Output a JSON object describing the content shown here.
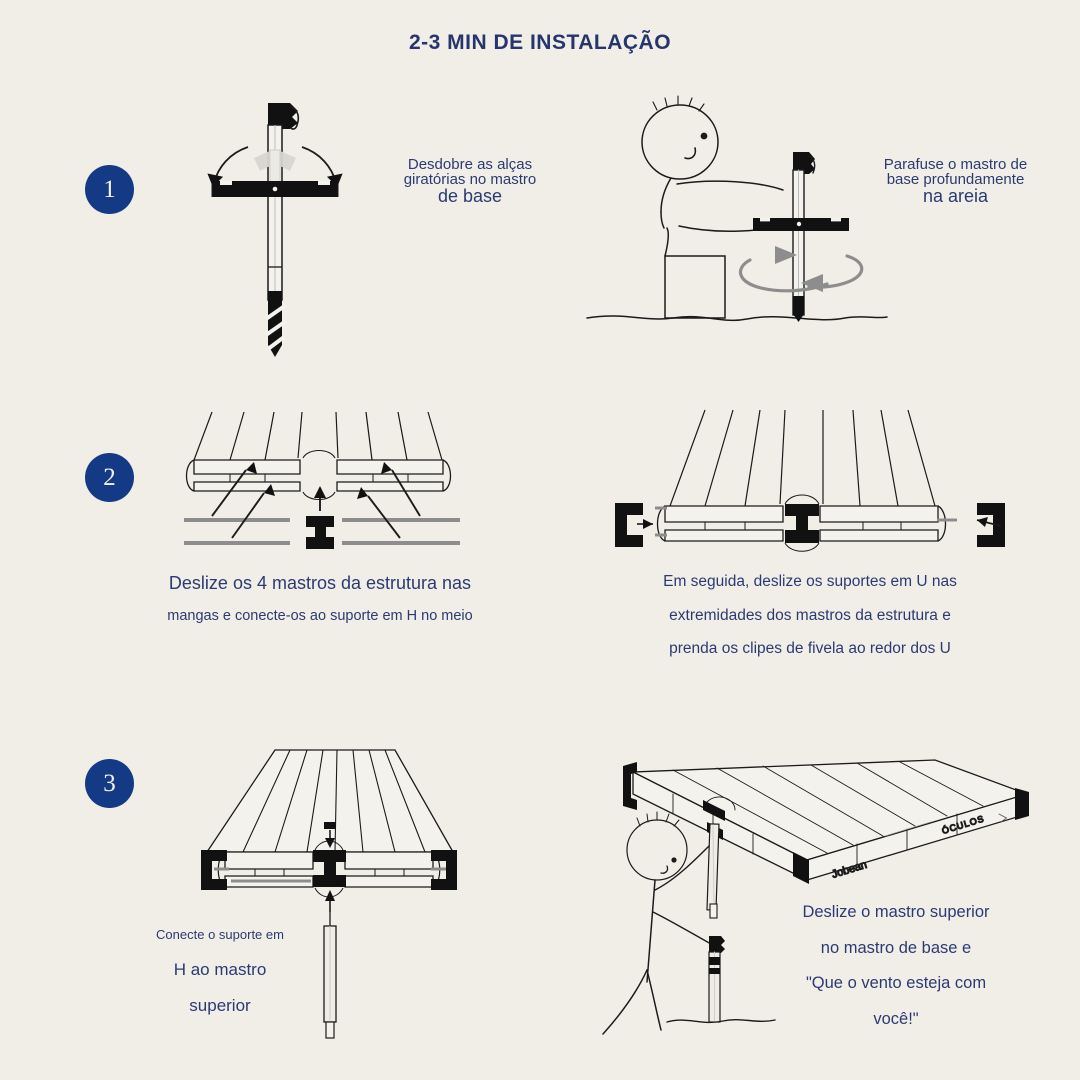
{
  "header": {
    "title": "2-3 MIN DE INSTALAÇÃO"
  },
  "colors": {
    "background": "#f1eee8",
    "text_blue": "#2b3a72",
    "badge_blue": "#143a86",
    "ink": "#1b1b1b",
    "gray": "#8d8d8d"
  },
  "steps": [
    {
      "number": "1",
      "left": {
        "illustration": "base-pole-with-swivel-handles",
        "caption_lines": [
          "Desdobre as alças",
          "giratórias no mastro",
          "de base"
        ]
      },
      "right": {
        "illustration": "person-screwing-pole-into-sand",
        "caption_lines": [
          "Parafuse o mastro de",
          "base profundamente",
          "na areia"
        ]
      }
    },
    {
      "number": "2",
      "left": {
        "illustration": "frame-poles-into-sleeves-with-h-connector",
        "caption_lines": [
          "Deslize os 4 mastros da estrutura nas",
          "mangas e conecte-os ao suporte em H no meio"
        ]
      },
      "right": {
        "illustration": "u-brackets-sliding-onto-frame-ends",
        "caption_lines": [
          "Em seguida, deslize os suportes em U nas",
          "extremidades dos mastros da estrutura e",
          "prenda os clipes de fivela ao redor dos U"
        ]
      }
    },
    {
      "number": "3",
      "left": {
        "illustration": "upper-pole-connecting-to-h-support",
        "caption_lines": [
          "Conecte o suporte em",
          "H ao mastro",
          "superior"
        ]
      },
      "right": {
        "illustration": "person-mounting-canopy-on-base-pole",
        "caption_lines": [
          "Deslize o mastro superior",
          "no mastro de base e",
          "\"Que o vento esteja com",
          "você!\""
        ],
        "canopy_labels": {
          "brand": "Jobean",
          "product": "ÓCULOS"
        }
      }
    }
  ]
}
